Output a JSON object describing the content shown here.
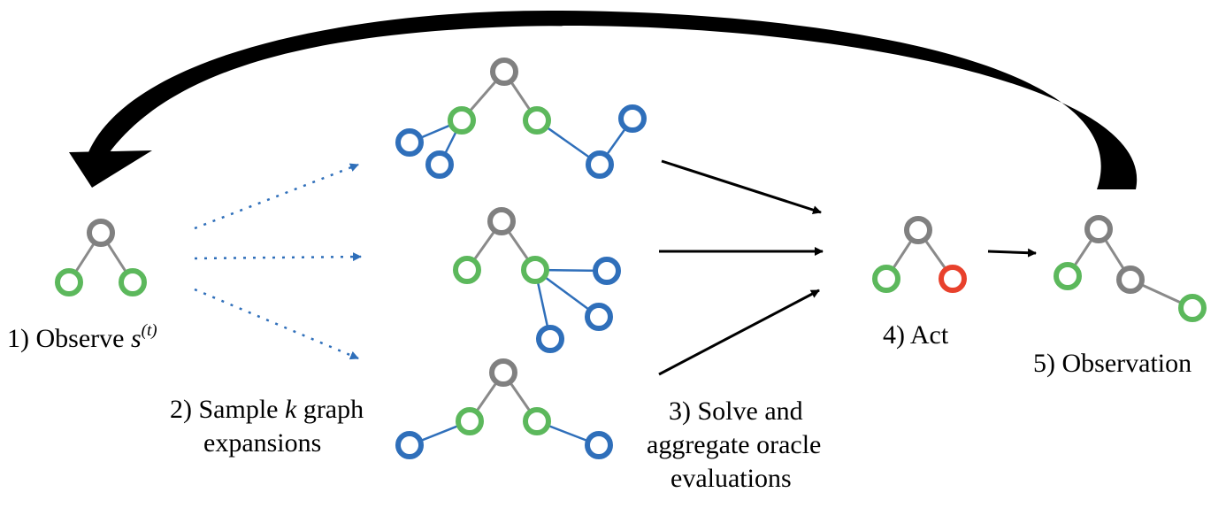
{
  "colors": {
    "root_node": "#808080",
    "observed_node": "#5cb85c",
    "sampled_node": "#2f6fba",
    "action_node": "#e8412c",
    "edge_gray": "#8a8a8a",
    "edge_blue": "#2f6fba",
    "arrow": "#000000"
  },
  "steps": {
    "observe": {
      "prefix": "1) Observe ",
      "var": "s",
      "sup": "(t)"
    },
    "sample": {
      "line1_prefix": "2) Sample ",
      "line1_var": "k",
      "line1_suffix": " graph",
      "line2": "expansions"
    },
    "solve": {
      "line1": "3) Solve and",
      "line2": "aggregate oracle",
      "line3": "evaluations"
    },
    "act": {
      "label": "4) Act"
    },
    "observation": {
      "label": "5) Observation"
    }
  }
}
